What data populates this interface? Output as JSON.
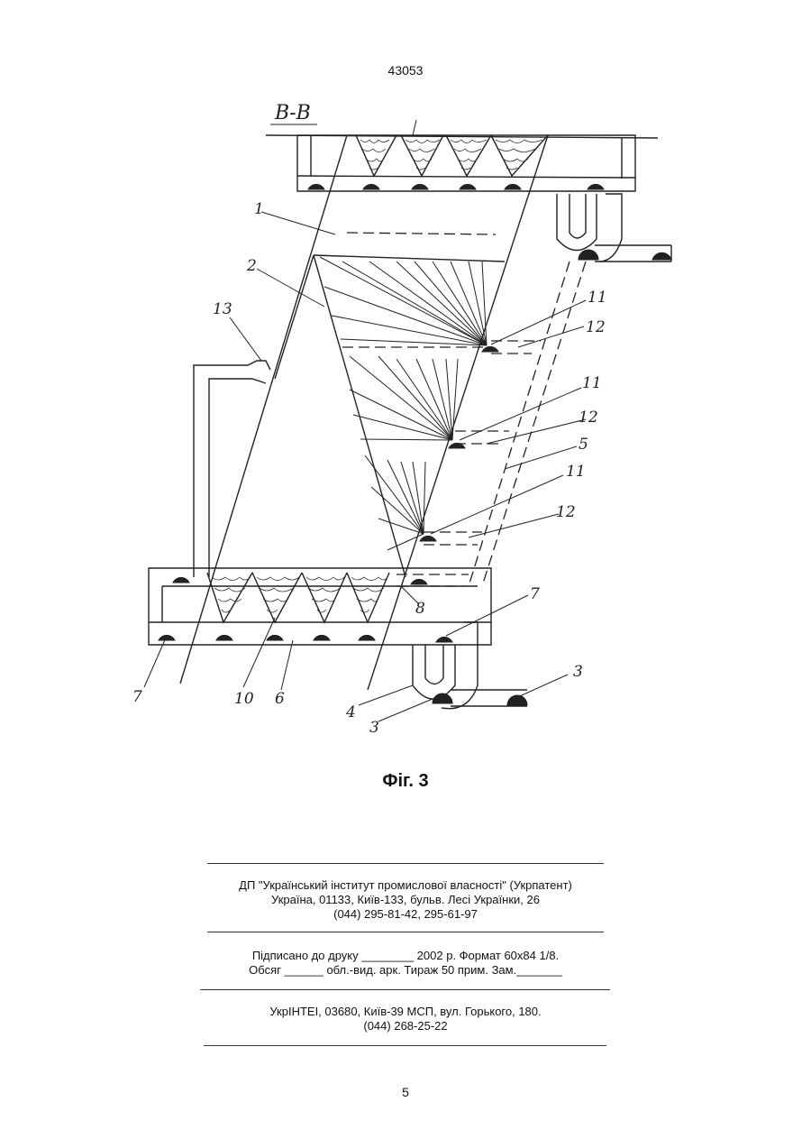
{
  "document": {
    "number": "43053",
    "page_number": "5"
  },
  "figure": {
    "caption": "Фіг. 3",
    "section_label": "В-В",
    "callouts": [
      "1",
      "2",
      "13",
      "11",
      "12",
      "11",
      "12",
      "5",
      "11",
      "12",
      "7",
      "8",
      "7",
      "10",
      "6",
      "4",
      "3",
      "3"
    ]
  },
  "imprint": {
    "block1": {
      "line1": "ДП \"Український інститут промислової власності\" (Укрпатент)",
      "line2": "Україна, 01133, Київ-133, бульв. Лесі Українки, 26",
      "line3": "(044) 295-81-42, 295-61-97"
    },
    "block2": {
      "line1": "Підписано до друку ________ 2002 р.    Формат 60х84 1/8.",
      "line2": "Обсяг ______ обл.-вид. арк.   Тираж 50 прим.    Зам._______"
    },
    "block3": {
      "line1": "УкрІНТЕІ, 03680, Київ-39 МСП, вул. Горького, 180.",
      "line2": "(044) 268-25-22"
    }
  }
}
